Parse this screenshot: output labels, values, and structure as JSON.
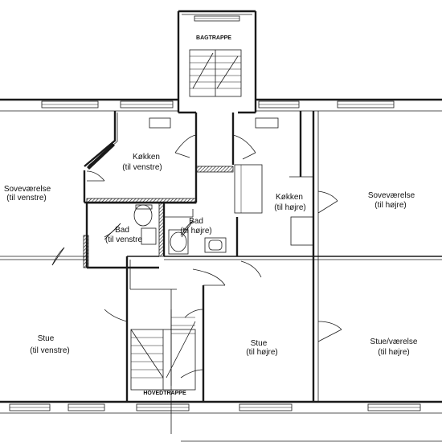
{
  "rooms": {
    "back_stair": "BAGTRAPPE",
    "main_stair": "HOVEDTRAPPE",
    "kitchen_left": [
      "Køkken",
      "(til venstre)"
    ],
    "kitchen_right": [
      "Køkken",
      "(til højre)"
    ],
    "bedroom_left": [
      "Soveværelse",
      "(til venstre)"
    ],
    "bedroom_right": [
      "Soveværelse",
      "(til højre)"
    ],
    "bath_left": [
      "Bad",
      "(til venstre"
    ],
    "bath_right": [
      "Bad",
      "(til højre)"
    ],
    "living_left": [
      "Stue",
      "(til venstre)"
    ],
    "living_middle": [
      "Stue",
      "(til højre)"
    ],
    "living_right": [
      "Stue/værelse",
      "(til højre)"
    ]
  },
  "colors": {
    "line": "#1a1a1a",
    "background": "#ffffff"
  }
}
